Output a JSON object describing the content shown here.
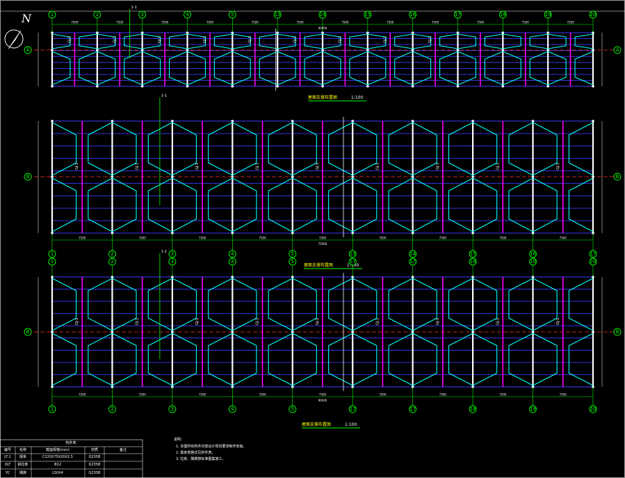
{
  "drawing": {
    "north_label": "N",
    "top_edge_label": "",
    "plans": [
      {
        "title": "屋面支撑布置图",
        "scale": "1:100",
        "axis_labels": [
          "1",
          "2",
          "3",
          "4",
          "5",
          "13",
          "14",
          "15",
          "16",
          "17",
          "18",
          "19",
          "20"
        ],
        "row_label": "A",
        "section_mark": "1-1",
        "callouts": [
          "GJ-1",
          "GJ-1",
          "GJ-1",
          "GJ-1",
          "GJ-1",
          "GJ-1",
          "GJ-1",
          "GJ-1",
          "GJ-1"
        ],
        "bay_dim": "7500",
        "total_dim": "90000"
      },
      {
        "title": "屋面支撑布置图",
        "scale": "1:100",
        "axis_labels": [
          "1",
          "2",
          "3",
          "4",
          "5",
          "13",
          "14",
          "15",
          "16",
          "17"
        ],
        "row_label": "B",
        "section_mark": "1-1",
        "callouts": [
          "GJ-1",
          "GJ-1",
          "GJ-1",
          "GJ-1",
          "GJ-1",
          "GJ-1",
          "GJ-1",
          "GJ-1",
          "GJ-1"
        ],
        "bay_dim": "7500",
        "total_dim": "75000"
      },
      {
        "title": "屋面支撑布置图",
        "scale": "1:100",
        "axis_labels": [
          "1",
          "2",
          "3",
          "4",
          "5",
          "17",
          "17",
          "18",
          "19",
          "20"
        ],
        "row_label": "B",
        "section_mark": "1-1",
        "callouts": [
          "GJ-1",
          "GJ-1",
          "GJ-1",
          "GJ-1",
          "GJ-1",
          "GJ-1",
          "GJ-1",
          "GJ-1",
          "GJ-1"
        ],
        "bay_dim": "7500",
        "total_dim": "90000"
      }
    ],
    "notes": {
      "heading": "说明：",
      "lines": [
        "1. 本图所有构件均按设计规范要求制作安装。",
        "2. 檩条规格详见构件表。",
        "3. 拉条、隅撑按标准图集施工。"
      ]
    },
    "member_table": {
      "title": "构件表",
      "headers": [
        "编号",
        "名称",
        "截面规格(mm)",
        "材质",
        "备注"
      ],
      "rows": [
        [
          "LT-1",
          "檩条",
          "C220X75X20X2.5",
          "Q235B",
          ""
        ],
        [
          "XLT",
          "斜拉条",
          "Φ12",
          "Q235B",
          ""
        ],
        [
          "YC",
          "隅撑",
          "L50X4",
          "Q235B",
          ""
        ]
      ]
    },
    "colors": {
      "background": "#000000",
      "axis": "#00ff00",
      "frame": "#ffffff",
      "purlin": "#3c3cff",
      "brace": "#00ffff",
      "accent": "#ff00ff",
      "centerline": "#ff3030",
      "title": "#ffff00"
    }
  }
}
